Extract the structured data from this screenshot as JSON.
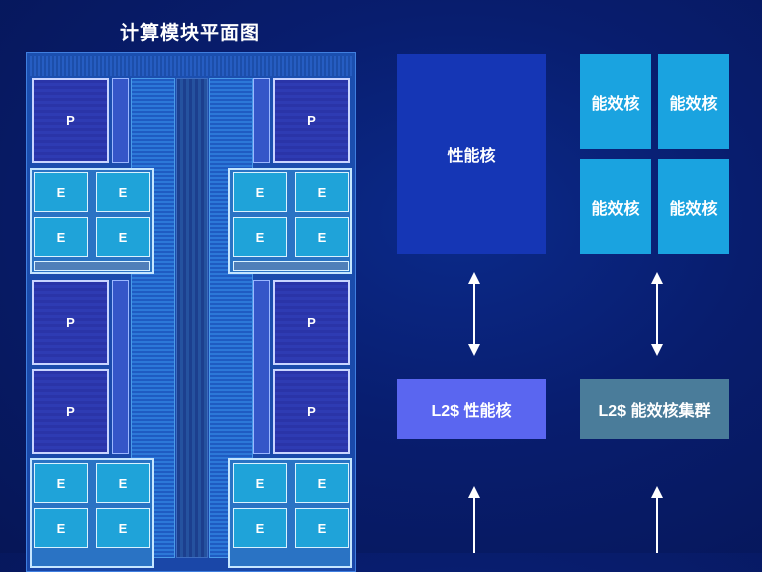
{
  "title": "计算模块平面图",
  "floorplan": {
    "p_label": "P",
    "e_label": "E"
  },
  "legend": {
    "perf_core": "性能核",
    "eff_cores": [
      "能效核",
      "能效核",
      "能效核",
      "能效核"
    ],
    "l2_perf": "L2$ 性能核",
    "l2_eff": "L2$ 能效核集群"
  },
  "colors": {
    "perf_core": "#1536b5",
    "eff_core": "#1aa3e0",
    "l2_perf": "#5a66f0",
    "l2_eff": "#4a7c9a"
  }
}
